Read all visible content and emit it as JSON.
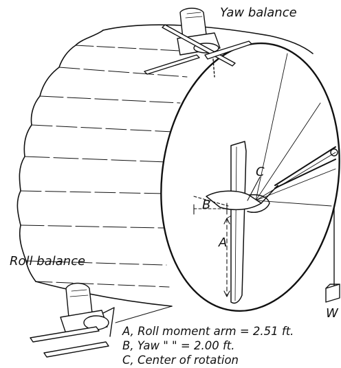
{
  "labels": {
    "yaw_balance": "Yaw balance",
    "roll_balance": "Roll balance",
    "a": "A",
    "b": "B",
    "c": "C",
    "w": "W"
  },
  "legend": [
    "A, Roll moment arm = 2.51 ft.",
    "B, Yaw      \"      \" = 2.00 ft.",
    "C, Center of rotation"
  ]
}
